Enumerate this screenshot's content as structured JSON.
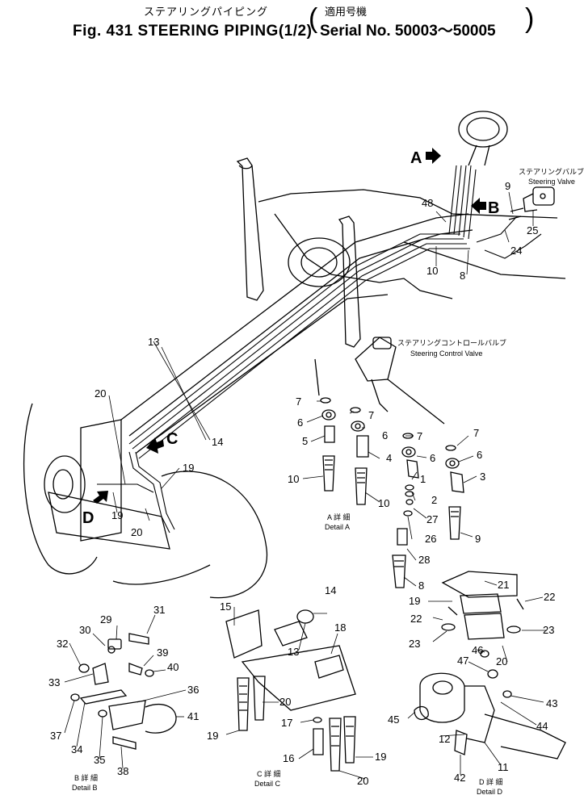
{
  "header": {
    "title_jp": "ステアリングパイピング",
    "title": "Fig. 431 STEERING PIPING(1/2)",
    "serial_jp": "適用号機",
    "serial": "Serial No. 50003～50005"
  },
  "callouts": {
    "steering_valve_jp": "ステアリングバルブ",
    "steering_valve": "Steering Valve",
    "control_valve_jp": "ステアリングコントロールバルブ",
    "control_valve": "Steering Control Valve"
  },
  "views": {
    "A": "A",
    "B": "B",
    "C": "C",
    "D": "D"
  },
  "details": {
    "a_jp": "A 詳 細",
    "a": "Detail A",
    "b_jp": "B 詳 細",
    "b": "Detail B",
    "c_jp": "C 詳 細",
    "c": "Detail C",
    "d_jp": "D 詳 細",
    "d": "Detail D"
  },
  "part_numbers": {
    "main": [
      "48",
      "9",
      "24",
      "25",
      "10",
      "8",
      "13",
      "14",
      "20",
      "19",
      "19",
      "20"
    ],
    "detail_a": [
      "7",
      "6",
      "5",
      "10",
      "7",
      "6",
      "4",
      "10",
      "7",
      "6",
      "1",
      "2",
      "27",
      "26",
      "7",
      "6",
      "3",
      "9",
      "28",
      "8"
    ],
    "detail_b": [
      "29",
      "31",
      "30",
      "32",
      "39",
      "40",
      "33",
      "36",
      "37",
      "41",
      "34",
      "35",
      "38"
    ],
    "detail_c": [
      "14",
      "15",
      "18",
      "13",
      "20",
      "19",
      "17",
      "16",
      "19",
      "20"
    ],
    "detail_d": [
      "21",
      "19",
      "22",
      "22",
      "23",
      "23",
      "20",
      "46",
      "47",
      "43",
      "45",
      "44",
      "12",
      "11",
      "42"
    ]
  }
}
